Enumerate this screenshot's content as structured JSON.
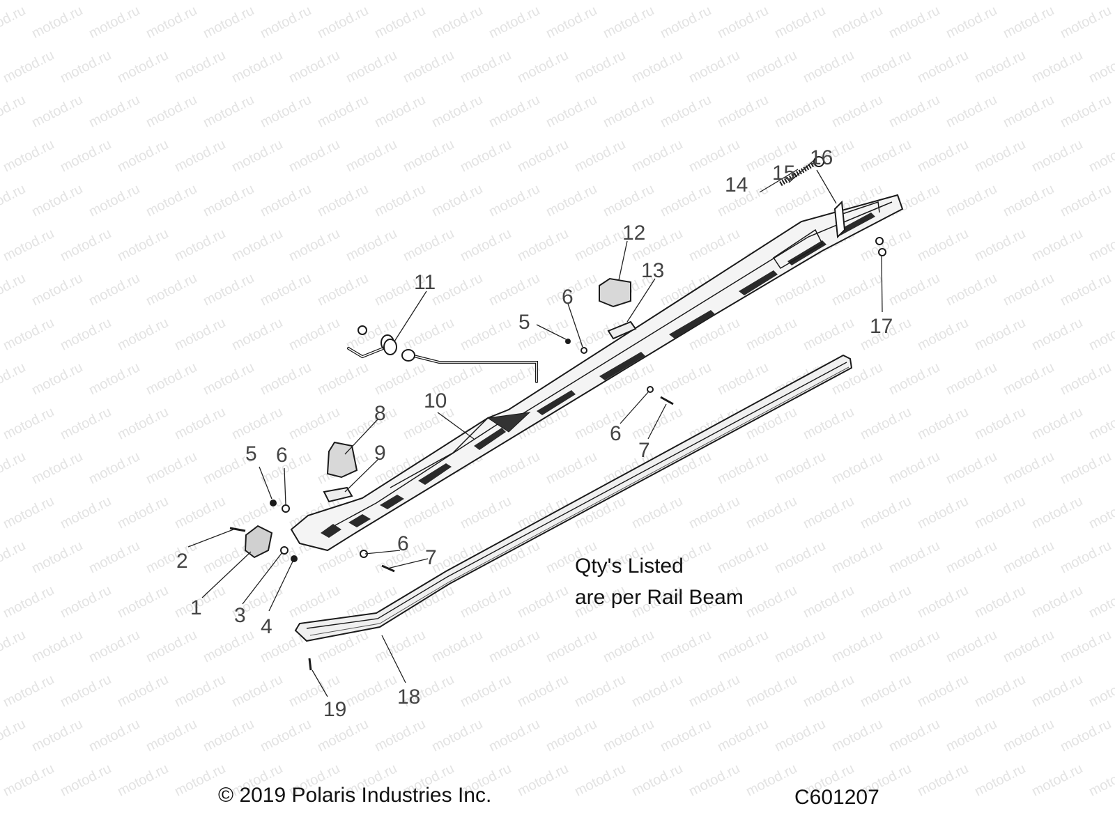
{
  "watermark": {
    "text": "motod.ru"
  },
  "note": {
    "line1": "Qty's Listed",
    "line2": "are per Rail Beam"
  },
  "footer": {
    "copyright": "© 2019 Polaris Industries Inc.",
    "diagram_code": "C601207"
  },
  "callouts": {
    "c1": "1",
    "c2": "2",
    "c3": "3",
    "c4": "4",
    "c5a": "5",
    "c5b": "5",
    "c6a": "6",
    "c6b": "6",
    "c6c": "6",
    "c6d": "6",
    "c7a": "7",
    "c7b": "7",
    "c8": "8",
    "c9": "9",
    "c10": "10",
    "c11": "11",
    "c12": "12",
    "c13": "13",
    "c14": "14",
    "c15": "15",
    "c16": "16",
    "c17": "17",
    "c18": "18",
    "c19": "19"
  }
}
